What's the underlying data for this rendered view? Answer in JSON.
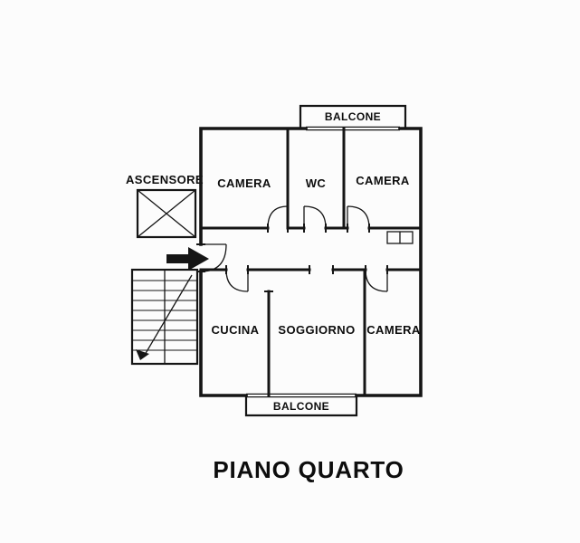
{
  "title": "PIANO QUARTO",
  "plan": {
    "elevator_label": "ASCENSORE",
    "balcony_top_label": "BALCONE",
    "balcony_bottom_label": "BALCONE",
    "rooms": {
      "camera_top_left": "CAMERA",
      "wc": "WC",
      "camera_top_right": "CAMERA",
      "cucina": "CUCINA",
      "soggiorno": "SOGGIORNO",
      "camera_bottom_right": "CAMERA"
    },
    "colors": {
      "line": "#151515",
      "text": "#0d0d0d",
      "background": "#fcfcfc"
    }
  }
}
